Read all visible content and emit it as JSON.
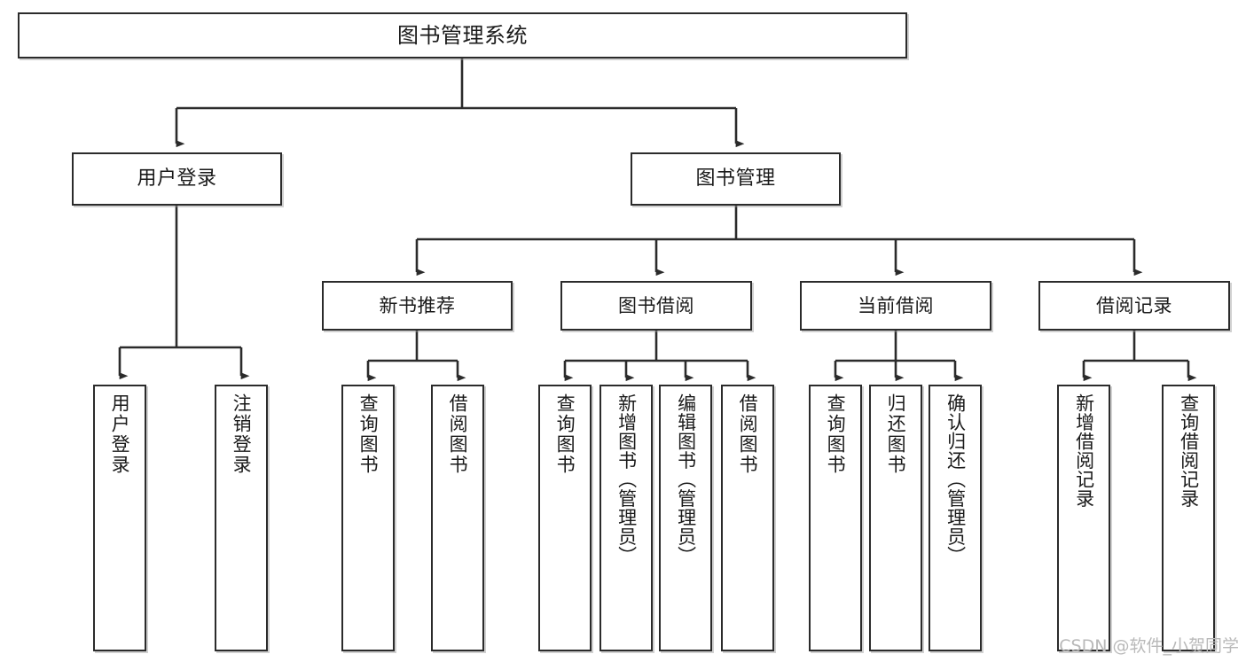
{
  "diagram": {
    "title": "图书管理系统",
    "type": "functional-structure-tree",
    "root": {
      "id": "root",
      "label": "图书管理系统"
    },
    "level2": [
      {
        "id": "user-login",
        "label": "用户登录"
      },
      {
        "id": "book-manage",
        "label": "图书管理"
      }
    ],
    "level3": [
      {
        "id": "new-book-rec",
        "label": "新书推荐"
      },
      {
        "id": "book-borrow",
        "label": "图书借阅"
      },
      {
        "id": "current-borrow",
        "label": "当前借阅"
      },
      {
        "id": "borrow-record",
        "label": "借阅记录"
      }
    ],
    "leaves": [
      {
        "id": "leaf-user-login",
        "label": "用户登录",
        "parent": "user-login"
      },
      {
        "id": "leaf-logout",
        "label": "注销登录",
        "parent": "user-login"
      },
      {
        "id": "leaf-query-book-1",
        "label": "查询图书",
        "parent": "new-book-rec"
      },
      {
        "id": "leaf-borrow-book-1",
        "label": "借阅图书",
        "parent": "new-book-rec"
      },
      {
        "id": "leaf-query-book-2",
        "label": "查询图书",
        "parent": "book-borrow"
      },
      {
        "id": "leaf-add-book",
        "label": "新增图书（管理员）",
        "parent": "book-borrow"
      },
      {
        "id": "leaf-edit-book",
        "label": "编辑图书（管理员）",
        "parent": "book-borrow"
      },
      {
        "id": "leaf-borrow-book-2",
        "label": "借阅图书",
        "parent": "book-borrow"
      },
      {
        "id": "leaf-query-book-3",
        "label": "查询图书",
        "parent": "current-borrow"
      },
      {
        "id": "leaf-return-book",
        "label": "归还图书",
        "parent": "current-borrow"
      },
      {
        "id": "leaf-confirm-return",
        "label": "确认归还（管理员）",
        "parent": "current-borrow"
      },
      {
        "id": "leaf-add-record",
        "label": "新增借阅记录",
        "parent": "borrow-record"
      },
      {
        "id": "leaf-query-record",
        "label": "查询借阅记录",
        "parent": "borrow-record"
      }
    ],
    "colors": {
      "box_border": "#2b2b2b",
      "box_fill": "#ffffff",
      "edge": "#2b2b2b",
      "text": "#1a1a1a",
      "watermark": "#b9b9b9"
    }
  },
  "watermark": {
    "text": "CSDN @软件_小贺同学"
  }
}
